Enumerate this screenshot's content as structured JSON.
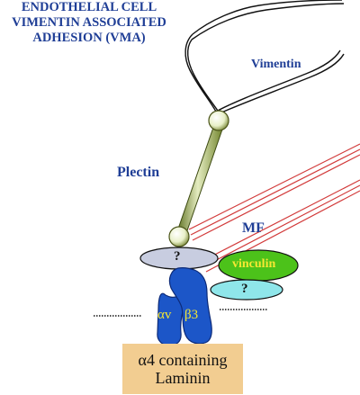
{
  "title": {
    "line1": "ENDOTHELIAL CELL",
    "line2": "VIMENTIN ASSOCIATED",
    "line3": "ADHESION (VMA)"
  },
  "labels": {
    "vimentin": "Vimentin",
    "plectin": "Plectin",
    "mf": "MF",
    "unknown_top": "?",
    "vinculin": "vinculin",
    "unknown_bottom": "?",
    "alpha_v": "αv",
    "beta3": "β3",
    "laminin_line1": "α4 containing",
    "laminin_line2": "Laminin"
  },
  "colors": {
    "title_text": "#1f3e96",
    "vinculin_fill": "#4cc21a",
    "vinculin_text": "#f6e832",
    "question_top_fill": "#c8cde0",
    "question_bottom_fill": "#8fe6ea",
    "integrin_fill": "#1c56c8",
    "integrin_text": "#f6e832",
    "laminin_fill": "#f2cd91",
    "microfilament": "#d23a3a",
    "plectin_rod": "#8fa33a"
  }
}
